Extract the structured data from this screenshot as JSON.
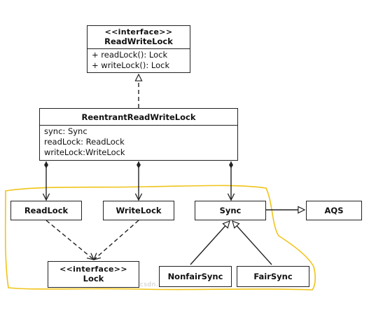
{
  "classes": {
    "read_write_lock_iface": {
      "stereotype": "<<interface>>",
      "name": "ReadWriteLock",
      "methods": [
        "+ readLock(): Lock",
        "+ writeLock(): Lock"
      ]
    },
    "reentrant_rw_lock": {
      "name": "ReentrantReadWriteLock",
      "fields": [
        "sync: Sync",
        "readLock: ReadLock",
        "writeLock:WriteLock"
      ]
    },
    "read_lock": {
      "name": "ReadLock"
    },
    "write_lock": {
      "name": "WriteLock"
    },
    "sync": {
      "name": "Sync"
    },
    "aqs": {
      "name": "AQS"
    },
    "lock_iface": {
      "stereotype": "<<interface>>",
      "name": "Lock"
    },
    "nonfair_sync": {
      "name": "NonfairSync"
    },
    "fair_sync": {
      "name": "FairSync"
    }
  },
  "colors": {
    "highlight_outline": "#f0c419",
    "line": "#222222"
  }
}
